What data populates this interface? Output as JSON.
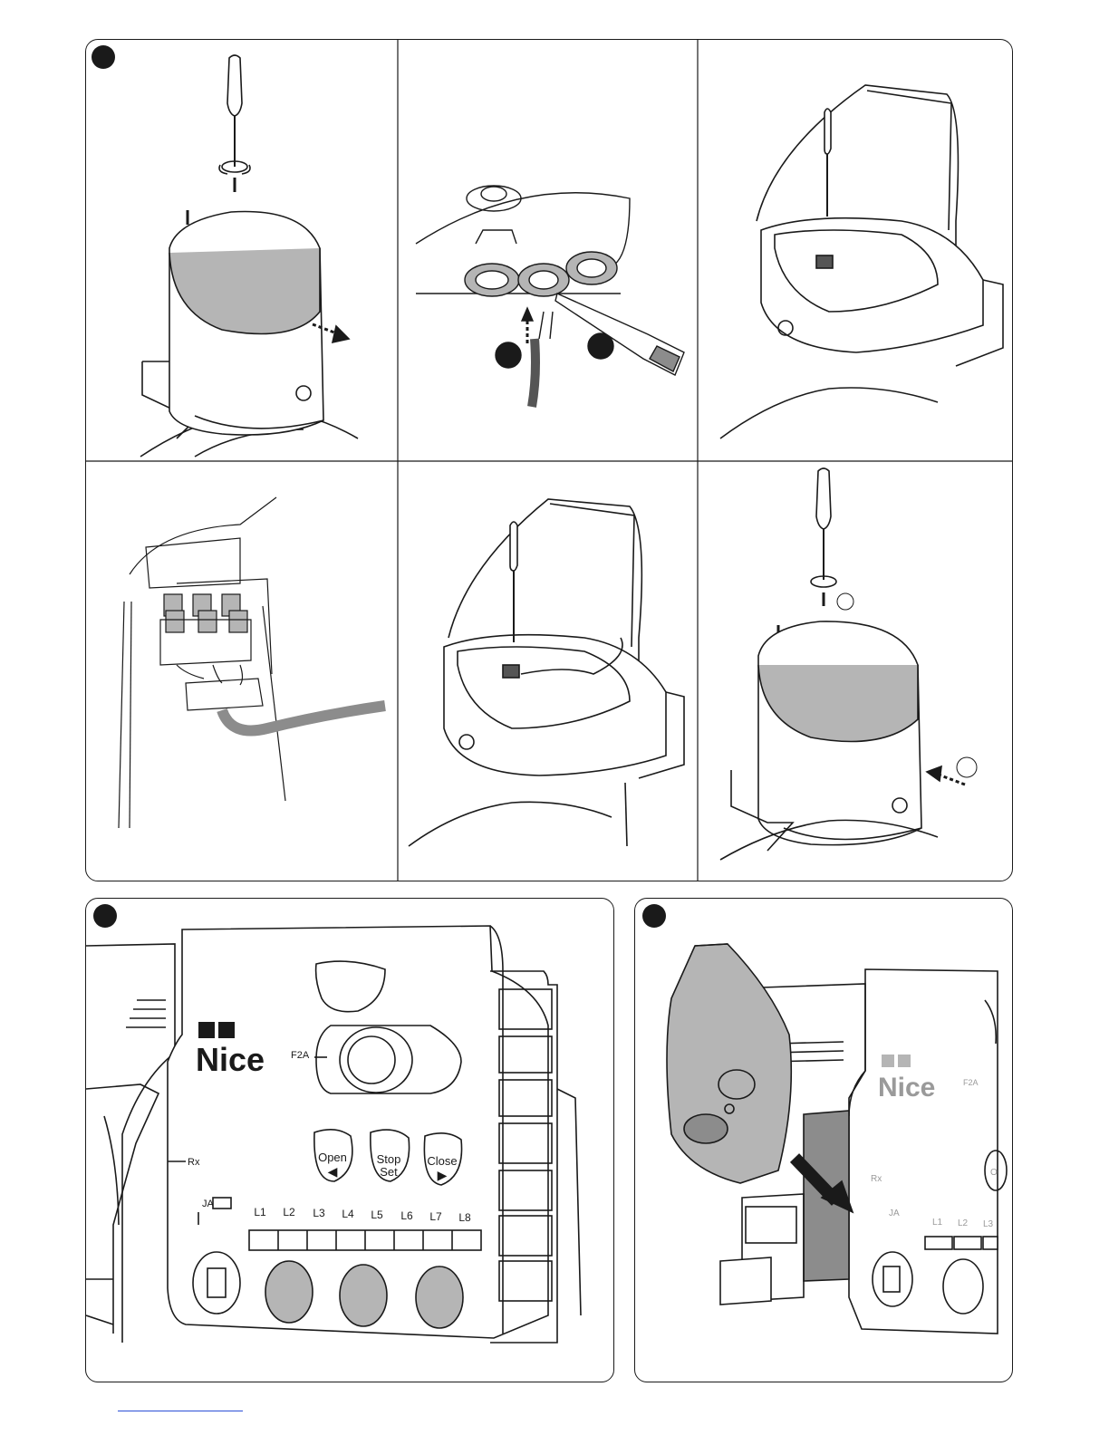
{
  "figure_top": {
    "cells": [
      {
        "id": "step-1"
      },
      {
        "id": "step-2"
      },
      {
        "id": "step-3"
      },
      {
        "id": "step-4"
      },
      {
        "id": "step-5"
      },
      {
        "id": "step-6"
      }
    ]
  },
  "control_panel": {
    "brand": "Nice",
    "fuse_label": "F2A",
    "rx_label": "Rx",
    "ja_label": "JA",
    "buttons": [
      {
        "top": "Open",
        "bottom": "◀"
      },
      {
        "top": "Stop",
        "bottom": "Set"
      },
      {
        "top": "Close",
        "bottom": "▶"
      }
    ],
    "leds": [
      "L1",
      "L2",
      "L3",
      "L4",
      "L5",
      "L6",
      "L7",
      "L8"
    ]
  },
  "cover_panel": {
    "brand": "Nice",
    "fuse_label": "F2A",
    "rx_label": "Rx",
    "ja_label": "JA",
    "leds": [
      "L1",
      "L2",
      "L3"
    ],
    "side_letter": "O"
  },
  "colors": {
    "line": "#1a1a1a",
    "grey_fill": "#b5b5b5",
    "dark_fill": "#8c8c8c",
    "link": "#2b4fd6"
  }
}
